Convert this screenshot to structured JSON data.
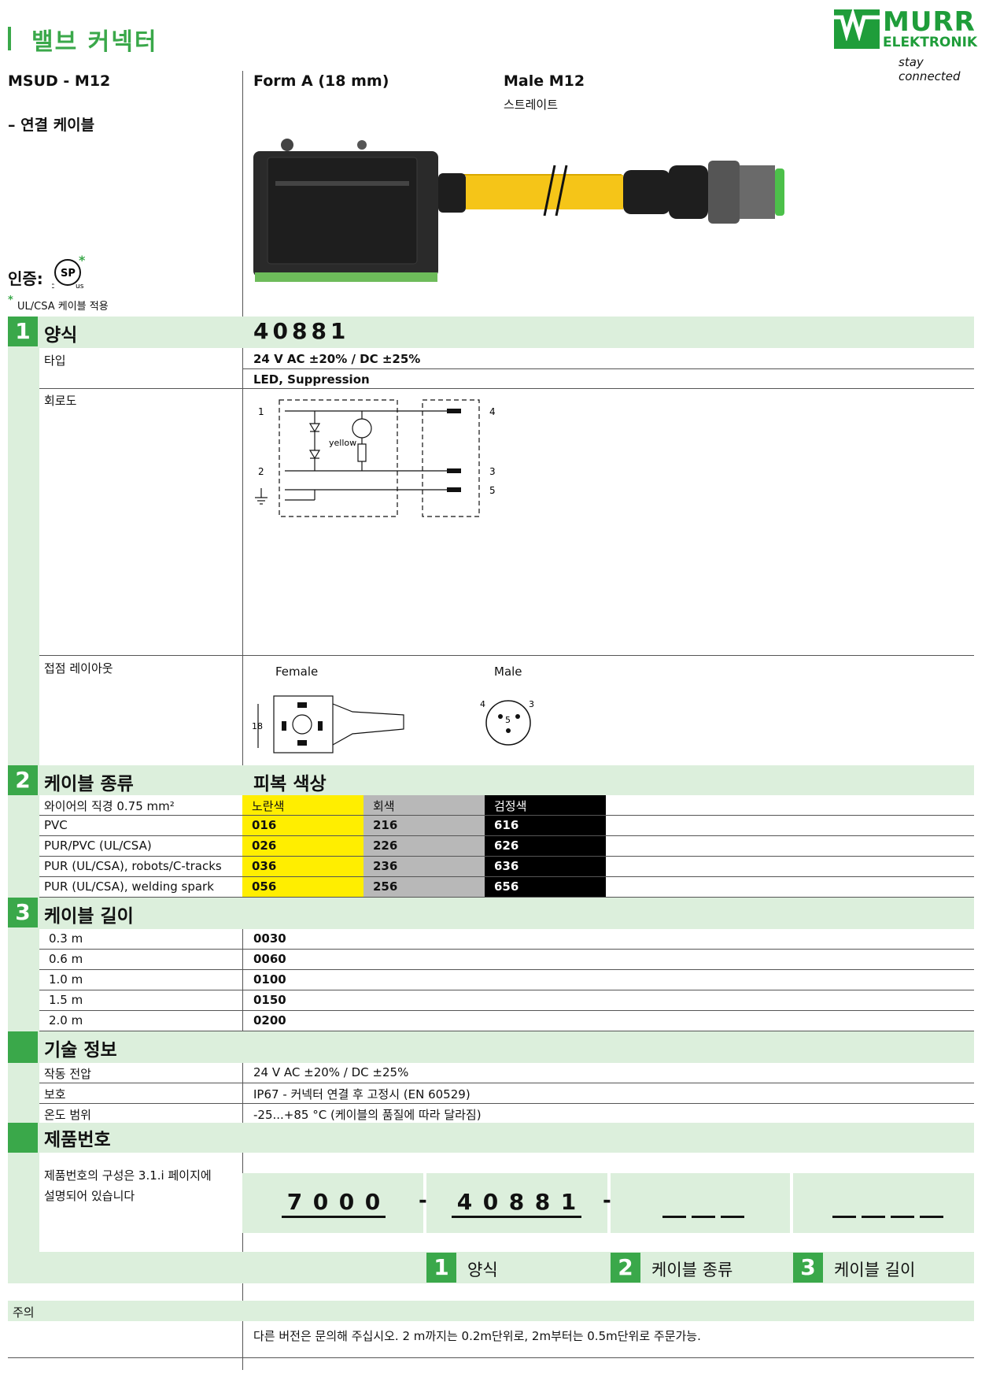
{
  "header": {
    "title": "밸브 커넥터",
    "logo_name": "MURR",
    "logo_sub": "ELEKTRONIK",
    "tagline": "stay connected"
  },
  "product": {
    "name": "MSUD - M12",
    "subtitle": "– 연결 케이블",
    "form": "Form A (18 mm)",
    "male": "Male M12",
    "straight": "스트레이트",
    "cert_label": "인증:",
    "cert_note_star": "*",
    "cert_note": "UL/CSA 케이블 적용",
    "csa_marks": {
      "c": "c",
      "us": "us",
      "star": "*"
    }
  },
  "colors": {
    "green": "#3aa84a",
    "light_green": "#dcefdc",
    "yellow": "#ffee00",
    "grey": "#b8b8b8",
    "black": "#000000"
  },
  "section1": {
    "num": "1",
    "title": "양식",
    "code": "40881",
    "type_label": "타입",
    "type_value1": "24 V AC ±20% / DC ±25%",
    "type_value2": "LED, Suppression",
    "circuit_label": "회로도",
    "circuit": {
      "pin1": "1",
      "pin2": "2",
      "pin3": "3",
      "pin4": "4",
      "pin5": "5",
      "led": "yellow"
    },
    "layout_label": "접점 레이아웃",
    "female": "Female",
    "male": "Male",
    "dim": "18",
    "male_pins": {
      "p4": "4",
      "p3": "3",
      "p5": "5"
    }
  },
  "section2": {
    "num": "2",
    "title": "케이블 종류",
    "color_title": "피복 색상",
    "header": {
      "label": "와이어의 직경 0.75 mm²",
      "c1": "노란색",
      "c2": "회색",
      "c3": "검정색"
    },
    "rows": [
      {
        "label": "PVC",
        "c1": "016",
        "c2": "216",
        "c3": "616"
      },
      {
        "label": "PUR/PVC (UL/CSA)",
        "c1": "026",
        "c2": "226",
        "c3": "626"
      },
      {
        "label": "PUR (UL/CSA), robots/C-tracks",
        "c1": "036",
        "c2": "236",
        "c3": "636"
      },
      {
        "label": "PUR (UL/CSA), welding spark",
        "c1": "056",
        "c2": "256",
        "c3": "656"
      }
    ]
  },
  "section3": {
    "num": "3",
    "title": "케이블 길이",
    "rows": [
      {
        "label": "0.3 m",
        "value": "0030"
      },
      {
        "label": "0.6 m",
        "value": "0060"
      },
      {
        "label": "1.0 m",
        "value": "0100"
      },
      {
        "label": "1.5 m",
        "value": "0150"
      },
      {
        "label": "2.0 m",
        "value": "0200"
      }
    ]
  },
  "tech": {
    "title": "기술 정보",
    "rows": [
      {
        "label": "작동 전압",
        "value": "24 V AC ±20% / DC ±25%"
      },
      {
        "label": "보호",
        "value": "IP67 - 커넥터 연결 후 고정시 (EN 60529)"
      },
      {
        "label": "온도 범위",
        "value": "-25...+85 °C (케이블의 품질에 따라 달라짐)"
      }
    ]
  },
  "order": {
    "title": "제품번호",
    "desc_line1": "제품번호의 구성은 3.1.i 페이지에",
    "desc_line2": "설명되어 있습니다",
    "digits1": [
      "7",
      "0",
      "0",
      "0"
    ],
    "dash": "-",
    "digits2": [
      "4",
      "0",
      "8",
      "8",
      "1"
    ],
    "legend": [
      {
        "num": "1",
        "label": "양식"
      },
      {
        "num": "2",
        "label": "케이블 종류"
      },
      {
        "num": "3",
        "label": "케이블 길이"
      }
    ]
  },
  "note": {
    "label": "주의",
    "text": "다른 버전은 문의해 주십시오. 2 m까지는 0.2m단위로, 2m부터는 0.5m단위로 주문가능."
  }
}
